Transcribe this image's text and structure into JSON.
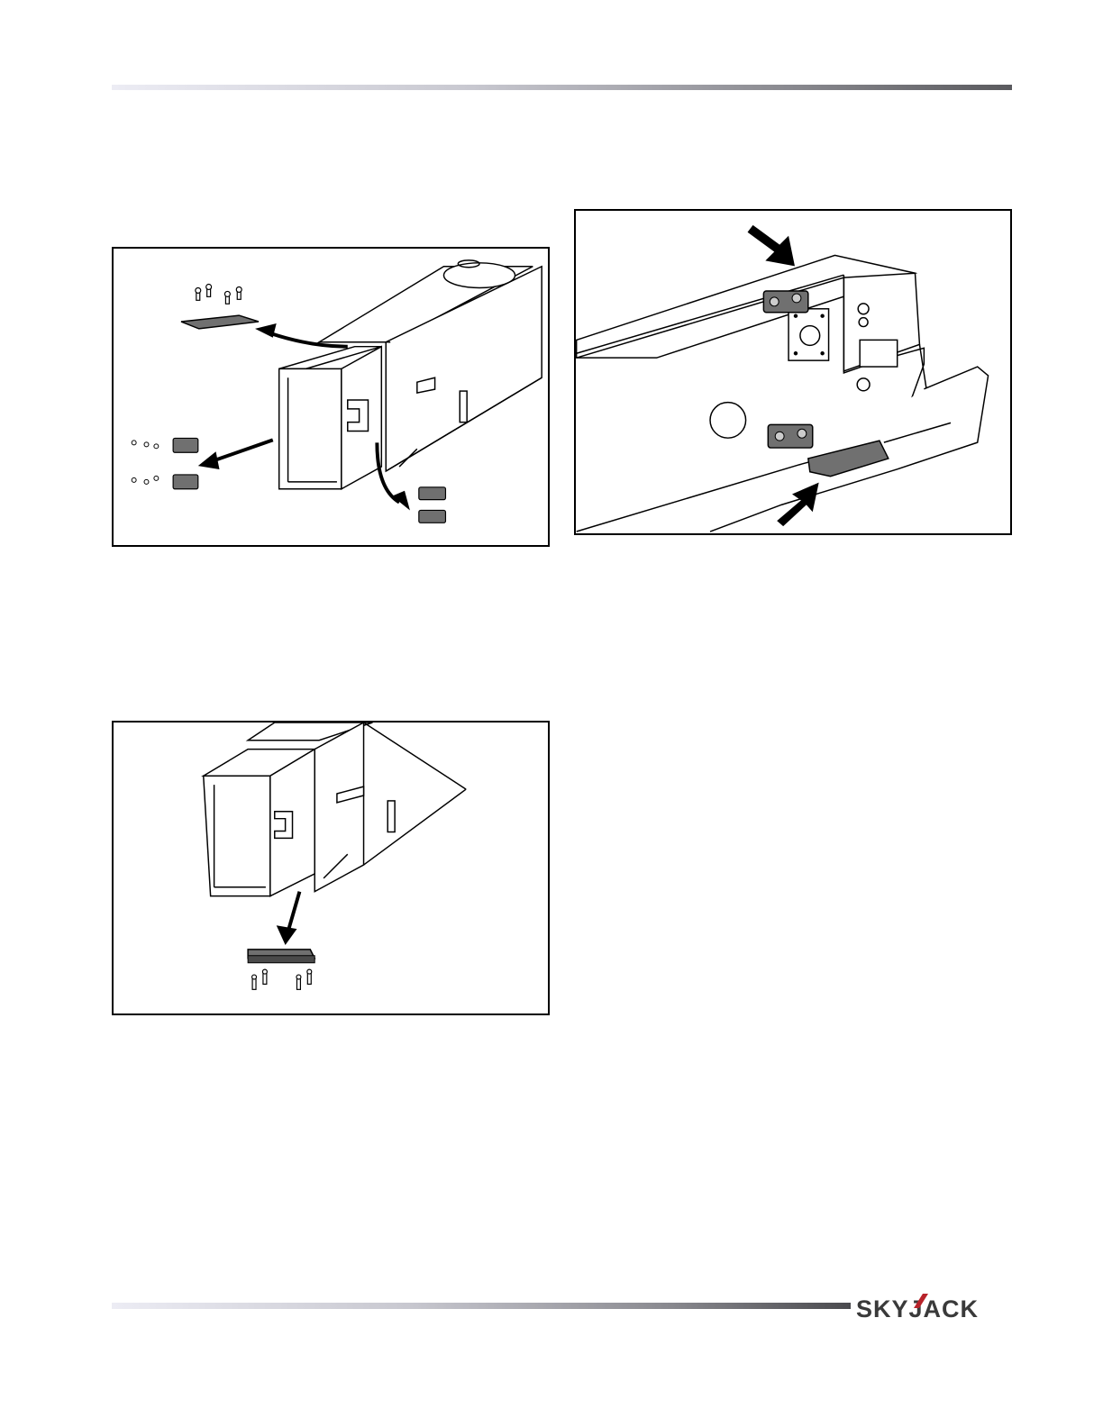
{
  "brand": {
    "logo_text": "SKYJACK",
    "logo_color": "#3a3a3a",
    "accent_color": "#b8232a"
  },
  "figures": [
    {
      "id": "fig1",
      "content": "boom-section-wear-pads-removal-exploded"
    },
    {
      "id": "fig2",
      "content": "boom-wear-pad-locations-with-arrows"
    },
    {
      "id": "fig3",
      "content": "boom-bottom-wear-pad-removal"
    }
  ]
}
